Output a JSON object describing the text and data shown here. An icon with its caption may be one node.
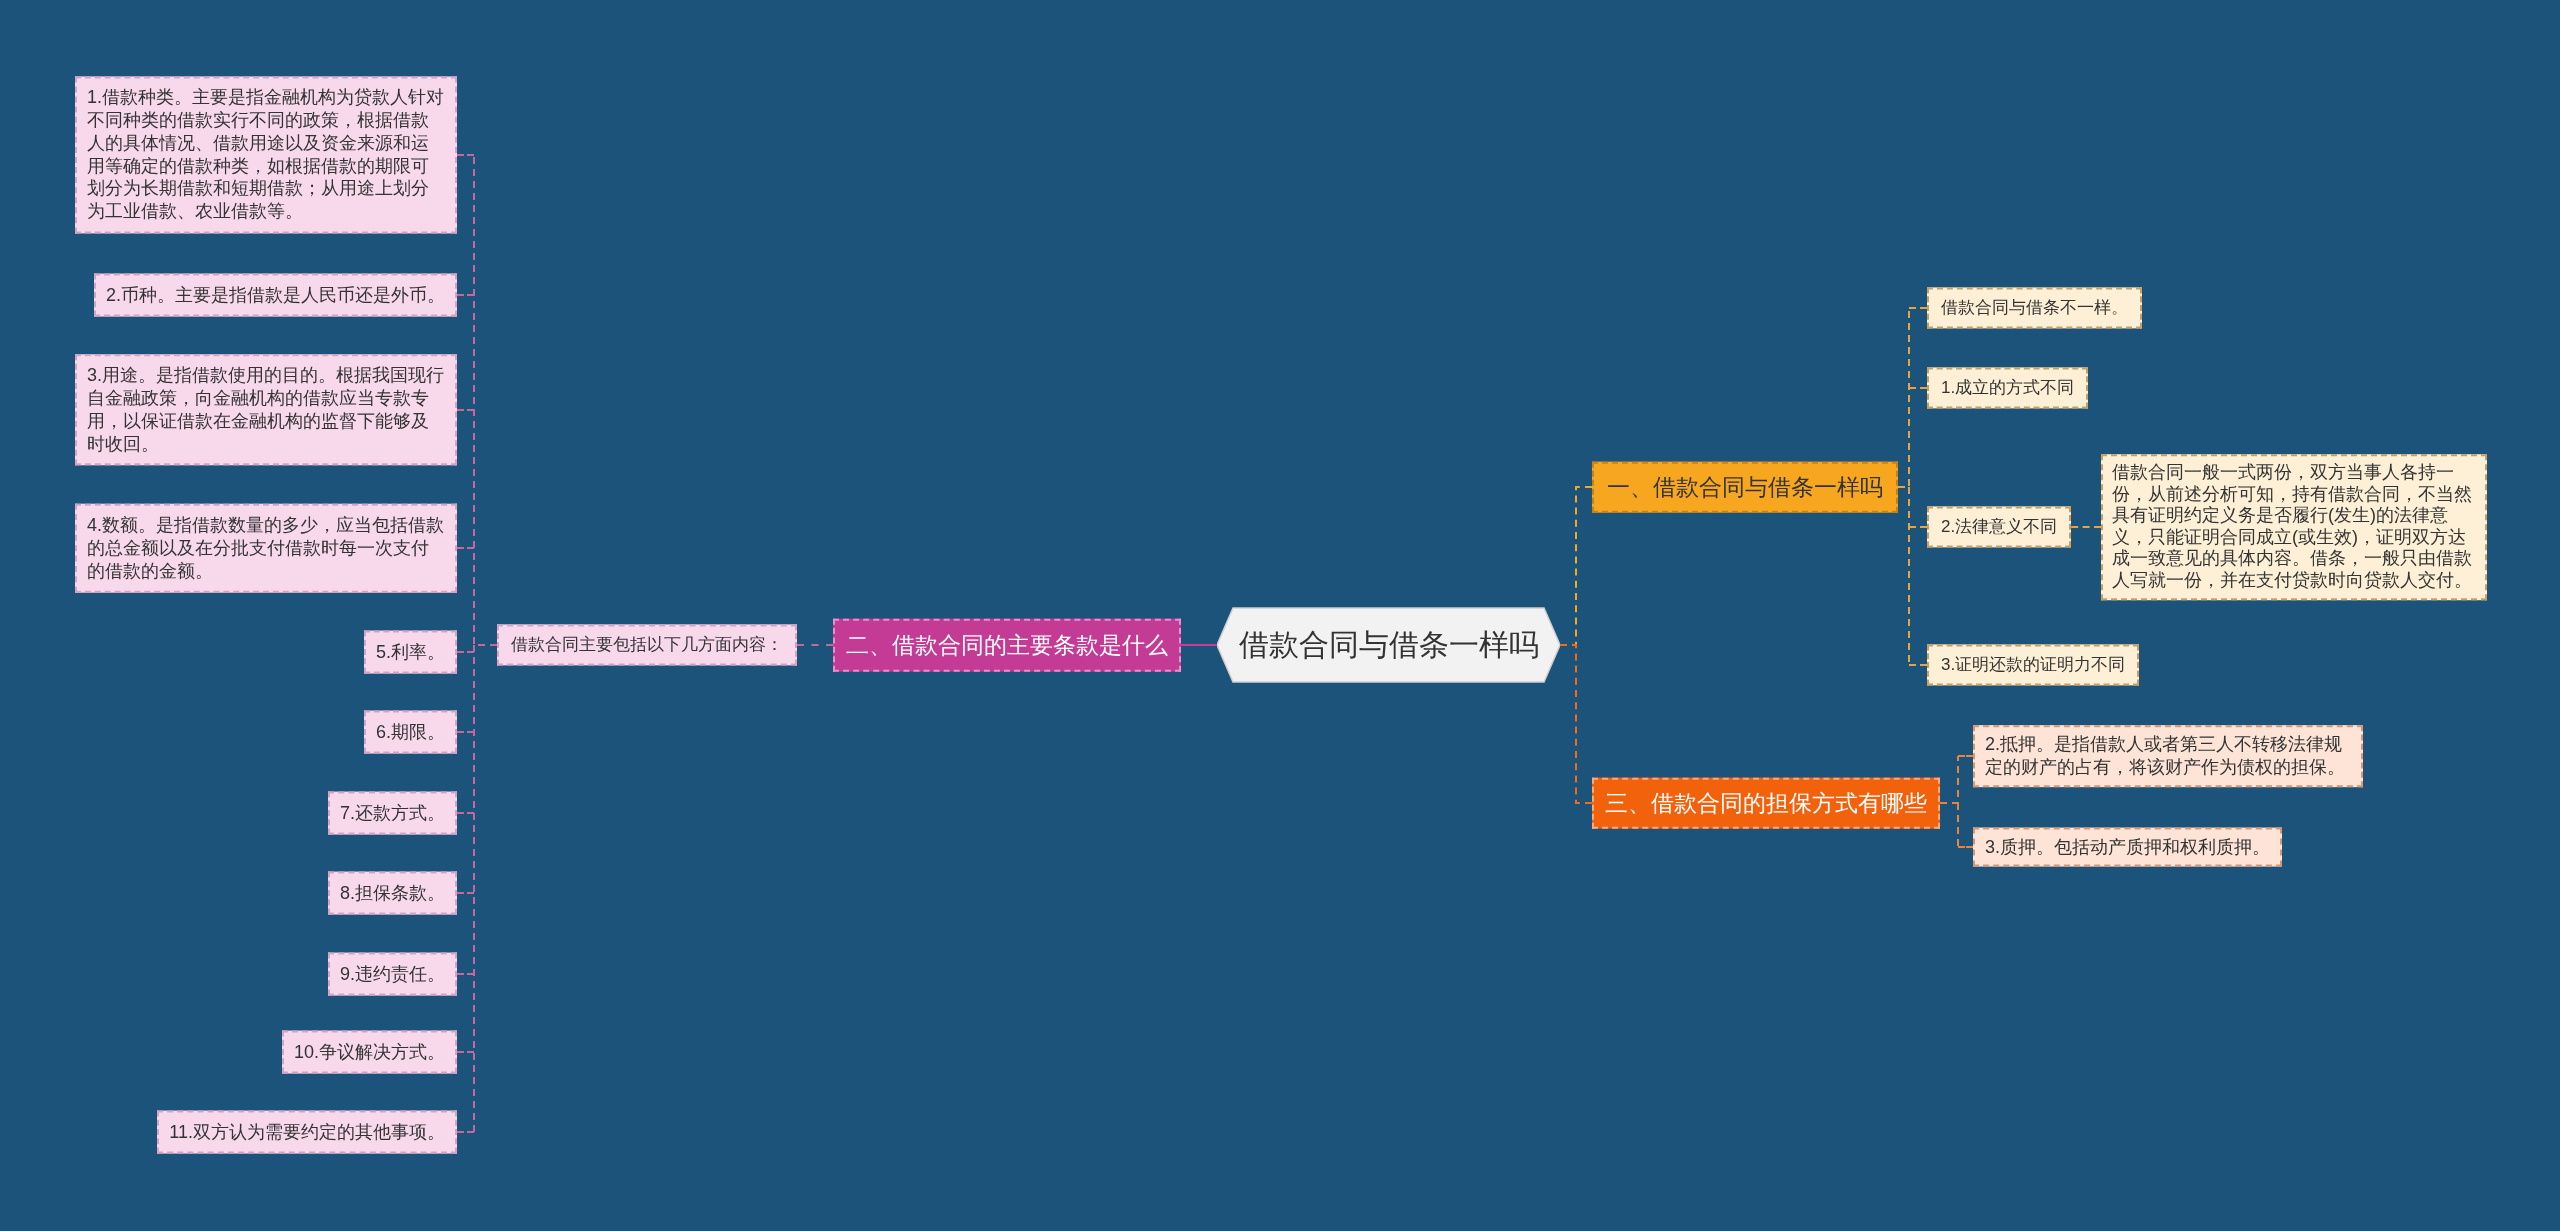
{
  "diagram": {
    "nodes": [
      {
        "text": [
          "借款合同与借条一样吗"
        ]
      },
      {
        "text": [
          "一、借款合同与借条一样吗"
        ]
      },
      {
        "text": [
          "借款合同与借条不一样。"
        ]
      },
      {
        "text": [
          "1.成立的方式不同"
        ]
      },
      {
        "text": [
          "2.法律意义不同"
        ]
      },
      {
        "text": [
          "借款合同一般一式两份，双方当事人各持一份，从前述分析可知，持有借款合同，不当然具有证明约定义务是否履行(发生)的法律意义，只能证明合同成立(或生效)，证明双方达成一致意见的具体内容。借条，一般只由借款人写就一份，并在支付贷款时向贷款人交付。"
        ]
      },
      {
        "text": [
          "3.证明还款的证明力不同"
        ]
      },
      {
        "text": [
          "二、借款合同的主要条款是什么"
        ]
      },
      {
        "text": [
          "借款合同主要包括以下几方面内容："
        ]
      },
      {
        "text": [
          "1.借款种类。主要是指金融机构为贷款人针对不同种类的借款实行不同的政策，根据借款人的具体情况、借款用途以及资金来源和运用等确定的借款种类，如根据借款的期限可划分为长期借款和短期借款；从用途上划分为工业借款、农业借款等。"
        ]
      },
      {
        "text": [
          "2.币种。主要是指借款是人民币还是外币。"
        ]
      },
      {
        "text": [
          "3.用途。是指借款使用的目的。根据我国现行自金融政策，向金融机构的借款应当专款专用，以保证借款在金融机构的监督下能够及时收回。"
        ]
      },
      {
        "text": [
          "4.数额。是指借款数量的多少，应当包括借款的总金额以及在分批支付借款时每一次支付的借款的金额。"
        ]
      },
      {
        "text": [
          "5.利率。"
        ]
      },
      {
        "text": [
          "6.期限。"
        ]
      },
      {
        "text": [
          "7.还款方式。"
        ]
      },
      {
        "text": [
          "8.担保条款。"
        ]
      },
      {
        "text": [
          "9.违约责任。"
        ]
      },
      {
        "text": [
          "10.争议解决方式。"
        ]
      },
      {
        "text": [
          "11.双方认为需要约定的其他事项。"
        ]
      },
      {
        "text": [
          "三、借款合同的担保方式有哪些"
        ]
      },
      {
        "text": [
          "2.抵押。是指借款人或者第三人不转移法律规定的财产的占有，将该财产作为债权的担保。"
        ]
      },
      {
        "text": [
          "3.质押。包括动产质押和权利质押。"
        ]
      }
    ],
    "edges": [
      {
        "from": 0,
        "to": 1,
        "arrow": "none",
        "style": "dashed",
        "color": "#f5a623"
      },
      {
        "from": 1,
        "to": 2,
        "arrow": "none",
        "style": "dashed",
        "color": "#e6a540"
      },
      {
        "from": 1,
        "to": 3,
        "arrow": "none",
        "style": "dashed",
        "color": "#e6a540"
      },
      {
        "from": 1,
        "to": 4,
        "arrow": "none",
        "style": "dashed",
        "color": "#e6a540"
      },
      {
        "from": 4,
        "to": 5,
        "arrow": "none",
        "style": "dashed",
        "color": "#e6a540"
      },
      {
        "from": 1,
        "to": 6,
        "arrow": "none",
        "style": "dashed",
        "color": "#e6a540"
      },
      {
        "from": 0,
        "to": 7,
        "arrow": "none",
        "color": "#c83b96"
      },
      {
        "from": 7,
        "to": 8,
        "arrow": "none",
        "style": "dashed"
      },
      {
        "from": 8,
        "to": 9,
        "arrow": "none",
        "style": "dashed"
      },
      {
        "from": 8,
        "to": 10,
        "arrow": "none",
        "style": "dashed"
      },
      {
        "from": 8,
        "to": 11,
        "arrow": "none",
        "style": "dashed"
      },
      {
        "from": 8,
        "to": 12,
        "arrow": "none",
        "style": "dashed"
      },
      {
        "from": 8,
        "to": 13,
        "arrow": "none",
        "style": "dashed"
      },
      {
        "from": 8,
        "to": 14,
        "arrow": "none",
        "style": "dashed"
      },
      {
        "from": 8,
        "to": 15,
        "arrow": "none",
        "style": "dashed"
      },
      {
        "from": 8,
        "to": 16,
        "arrow": "none",
        "style": "dashed"
      },
      {
        "from": 8,
        "to": 17,
        "arrow": "none",
        "style": "dashed"
      },
      {
        "from": 8,
        "to": 18,
        "arrow": "none",
        "style": "dashed"
      },
      {
        "from": 8,
        "to": 19,
        "arrow": "none",
        "style": "dashed"
      },
      {
        "from": 0,
        "to": 20,
        "arrow": "none",
        "style": "dashed",
        "color": "#f26a1b"
      },
      {
        "from": 20,
        "to": 21,
        "arrow": "none",
        "style": "dashed",
        "color": "#e8843e"
      },
      {
        "from": 20,
        "to": 22,
        "arrow": "none",
        "style": "dashed",
        "color": "#e8843e"
      }
    ]
  }
}
